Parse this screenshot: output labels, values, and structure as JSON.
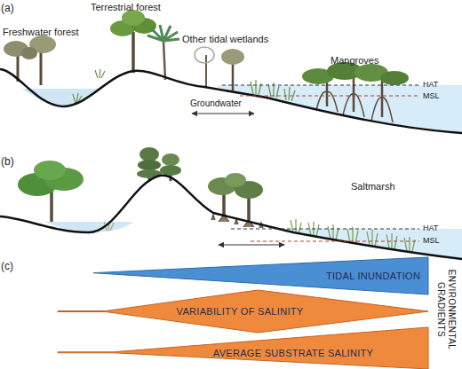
{
  "diagram": {
    "nodes": [
      {
        "text": [
          "TIDAL INUNDATION"
        ]
      },
      {
        "text": [
          "VARIABILITY OF SALINITY"
        ]
      },
      {
        "text": [
          "AVERAGE SUBSTRATE SALINITY"
        ]
      }
    ],
    "labels": [
      "(a)",
      "Freshwater forest",
      "Terrestrial forest",
      "Other tidal wetlands",
      "Mangroves",
      "HAT",
      "MSL",
      "Groundwater",
      "(b)",
      "Saltmarsh",
      "HAT",
      "MSL",
      "(c)",
      "ENVIRONMENTAL GRADIENTS"
    ]
  }
}
